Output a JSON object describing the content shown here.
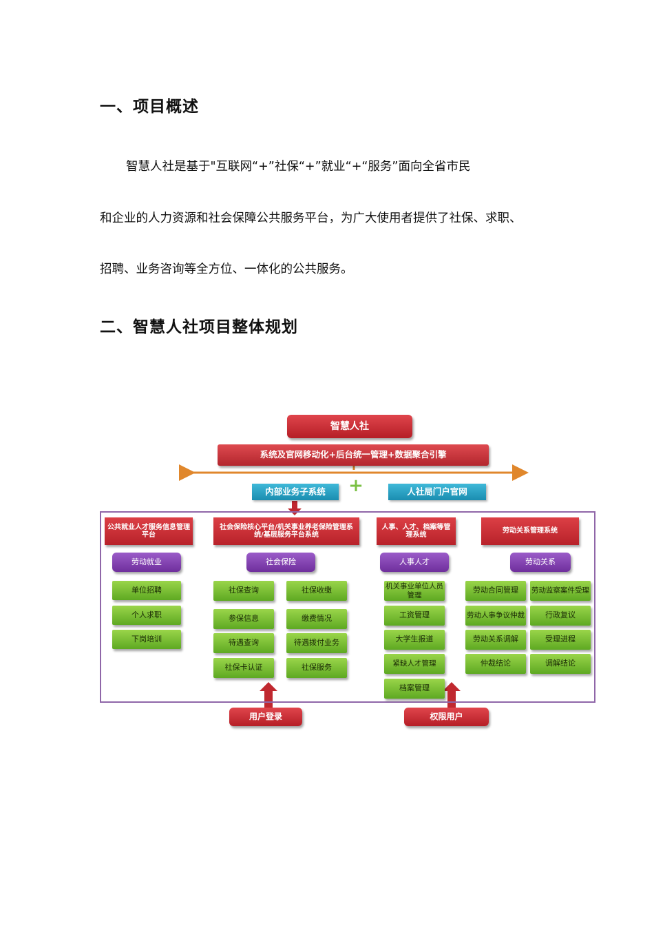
{
  "section1": {
    "heading": "一、项目概述",
    "paragraph_lines": [
      "智慧人社是基于\"互联网“+”社保“+”就业“+“服务”面向全省市民",
      "和企业的人力资源和社会保障公共服务平台，为广大使用者提供了社保、求职、",
      "招聘、业务咨询等全方位、一体化的公共服务。"
    ]
  },
  "section2": {
    "heading": "二、智慧人社项目整体规划"
  },
  "diagram": {
    "title": "智慧人社",
    "engine": "系统及官网移动化+后台统一管理+数据聚合引擎",
    "internal_subsystem": "内部业务子系统",
    "portal": "人社局门户官网",
    "plus_sign": "+",
    "columns": [
      {
        "header": "公共就业人才服务信息管理平台",
        "category": "劳动就业",
        "items": [
          "单位招聘",
          "个人求职",
          "下岗培训"
        ]
      },
      {
        "header": "社会保险核心平台/机关事业养老保险管理系统/基层服务平台系统",
        "category": "社会保险",
        "items": [
          "社保查询",
          "社保收缴",
          "参保信息",
          "缴费情况",
          "待遇查询",
          "待遇拨付业务",
          "社保卡认证",
          "社保服务"
        ]
      },
      {
        "header": "人事、人才、档案等管理系统",
        "category": "人事人才",
        "items": [
          "机关事业单位人员管理",
          "工资管理",
          "大学生报道",
          "紧缺人才管理",
          "档案管理"
        ]
      },
      {
        "header": "劳动关系管理系统",
        "category": "劳动关系",
        "items": [
          "劳动合同管理",
          "劳动监察案件受理",
          "劳动人事争议仲裁",
          "行政复议",
          "劳动关系调解",
          "受理进程",
          "仲裁结论",
          "调解结论"
        ]
      }
    ],
    "user_login": "用户登录",
    "permission_user": "权限用户"
  },
  "colors": {
    "red": "#c0282f",
    "cyan": "#2aa3c6",
    "purple": "#7e3fae",
    "green": "#76bb33",
    "orange_arrow": "#e0872c",
    "frame": "#8f66a8"
  }
}
